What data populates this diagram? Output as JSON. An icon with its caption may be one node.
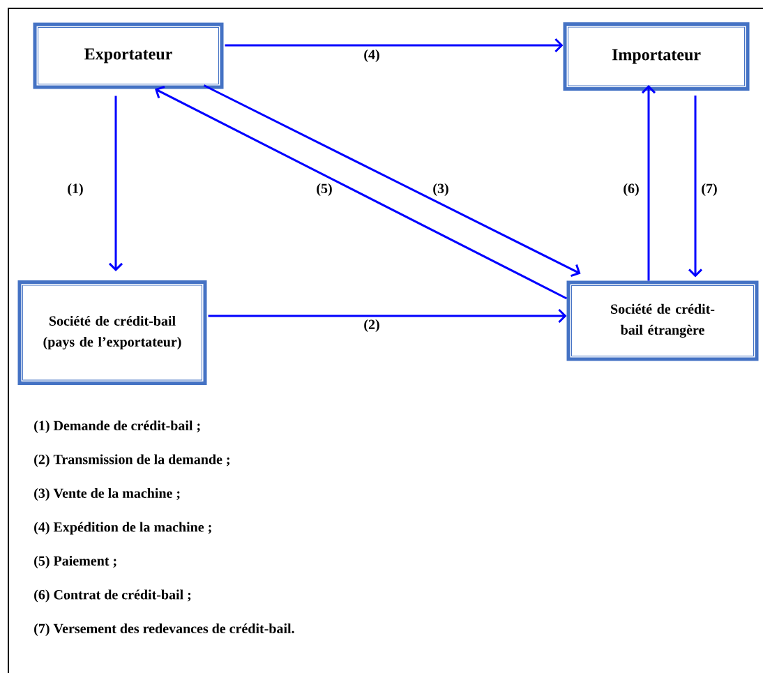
{
  "diagram": {
    "nodes": [
      {
        "text": [
          "Exportateur"
        ]
      },
      {
        "text": [
          "Importateur"
        ]
      },
      {
        "text": [
          "Société de crédit-bail (pays de l’exportateur)"
        ]
      },
      {
        "text": [
          "Société de crédit-bail étrangère"
        ]
      }
    ],
    "edges": [
      {
        "from": 0,
        "to": 2,
        "arrow": "to",
        "label": "(1)"
      },
      {
        "from": 2,
        "to": 3,
        "arrow": "to",
        "label": "(2)"
      },
      {
        "from": 0,
        "to": 3,
        "arrow": "to",
        "label": "(3)"
      },
      {
        "from": 0,
        "to": 1,
        "arrow": "to",
        "label": "(4)"
      },
      {
        "from": 3,
        "to": 0,
        "arrow": "to",
        "label": "(5)"
      },
      {
        "from": 3,
        "to": 1,
        "arrow": "to",
        "label": "(6)"
      },
      {
        "from": 1,
        "to": 3,
        "arrow": "to",
        "label": "(7)"
      }
    ],
    "labels": [
      "(1) Demande de crédit-bail ;",
      "(2) Transmission de la demande ;",
      "(3) Vente de la machine ;",
      "(4) Expédition de la machine ;",
      "(5) Paiement ;",
      "(6) Contrat de crédit-bail ;",
      "(7) Versement des redevances de crédit-bail."
    ]
  }
}
